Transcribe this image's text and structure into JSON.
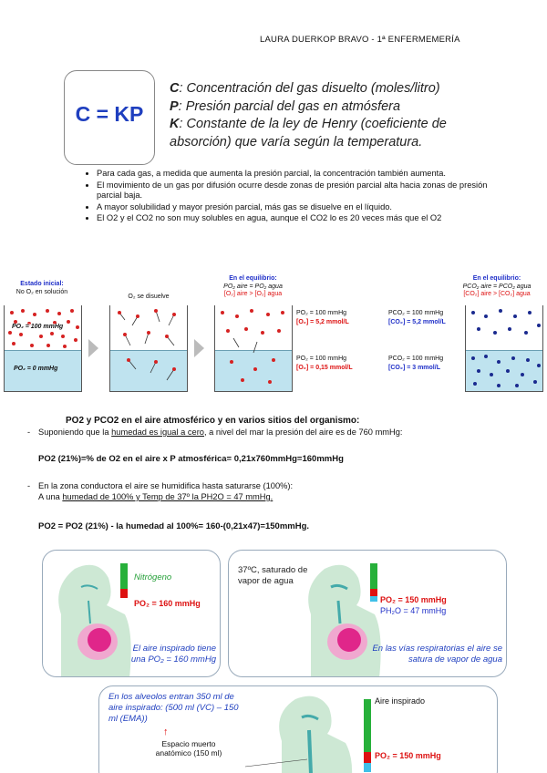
{
  "header": "LAURA DUERKOP BRAVO - 1ª ENFERMEMERÍA",
  "formula_box": "C = KP",
  "definitions": [
    {
      "letter": "C",
      "text": ": Concentración del gas disuelto (moles/litro)"
    },
    {
      "letter": "P",
      "text": ": Presión parcial del gas en atmósfera"
    },
    {
      "letter": "K",
      "text": ": Constante de la ley de Henry (coeficiente de absorción) que varía según la temperatura."
    }
  ],
  "bullets": [
    "Para cada gas, a medida que aumenta la presión parcial, la concentración también aumenta.",
    "El movimiento de un gas por difusión ocurre desde zonas de presión parcial alta hacia zonas de presión parcial baja.",
    "A mayor solubilidad y mayor presión parcial, más gas se disuelve en el líquido.",
    "El O2 y el CO2 no son muy solubles en agua, aunque el CO2 lo es 20 veces más que el O2"
  ],
  "diagram": {
    "p1_title": "Estado inicial:",
    "p1_sub": "No O₂ en solución",
    "p1_top": "PO₂ = 100 mmHg",
    "p1_bottom": "PO₂ = 0 mmHg",
    "p2_title": "O₂ se disuelve",
    "p3_title": "En el equilibrio:",
    "p3_line1": "PO₂ aire = PO₂ agua",
    "p3_line2": "[O₂] aire > [O₂] agua",
    "p3_top_a": "PO₂ = 100 mmHg",
    "p3_top_b": "[O₂] = 5,2 mmol/L",
    "p3_bot_a": "PO₂ = 100 mmHg",
    "p3_bot_b": "[O₂] = 0,15 mmol/L",
    "p4_title": "En el equilibrio:",
    "p4_line1": "PCO₂ aire = PCO₂ agua",
    "p4_line2": "[CO₂] aire > [CO₂] agua",
    "p4_top_a": "PCO₂ = 100 mmHg",
    "p4_top_b": "[CO₂] = 5,2 mmol/L",
    "p4_bot_a": "PCO₂ = 100 mmHg",
    "p4_bot_b": "[CO₂] = 3 mmol/L"
  },
  "section_title": "PO2 y PCO2 en el aire atmosférico y en varios sitios del organismo:",
  "item1_pre": "Suponiendo que la ",
  "item1_u": "humedad es igual a cero",
  "item1_post": ", a nivel del mar la presión del aire es de 760 mmHg:",
  "formula1": "PO2 (21%)=% de O2 en el aire x P atmosférica= 0,21x760mmHg=160mmHg",
  "item2_line1": "En la zona conductora el aire se humidifica hasta saturarse (100%):",
  "item2_line2_pre": "A una ",
  "item2_line2_u": "humedad de 100% y Temp de 37º la PH2O = 47 mmHg.",
  "formula2": "PO2 = PO2 (21%) - la humedad al 100%= 160-(0,21x47)=150mmHg.",
  "fig1": {
    "label_n": "Nitrógeno",
    "label_po2": "PO₂ = 160 mmHg",
    "caption": "El aire inspirado tiene una PO₂ = 160 mmHg"
  },
  "fig2": {
    "label_top": "37ºC, saturado de vapor de agua",
    "label_po2": "PO₂ = 150 mmHg",
    "label_ph2o": "PH₂O = 47 mmHg",
    "caption": "En las vías respiratorias el aire se satura de vapor de agua"
  },
  "fig3": {
    "caption": "En los alveolos entran 350 ml de aire inspirado: (500 ml (VC) – 150 ml (EMA))",
    "arrow": "↑",
    "dead_space": "Espacio muerto anatómico (150 ml)",
    "label_air": "Aire inspirado",
    "label_po2": "PO₂ = 150 mmHg"
  }
}
